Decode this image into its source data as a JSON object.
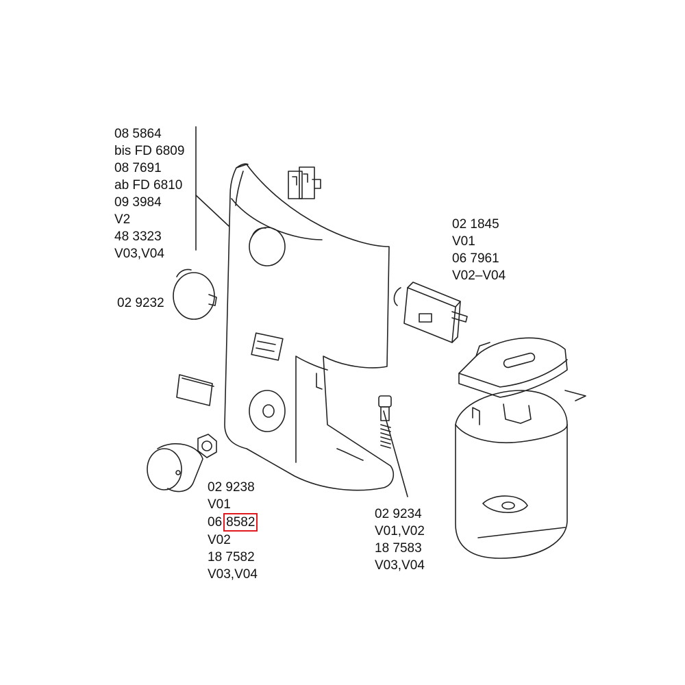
{
  "callouts": {
    "top_left": [
      "08 5864",
      "bis FD 6809",
      "08 7691",
      "ab FD 6810",
      "09 3984",
      "V2",
      "48 3323",
      "V03,V04"
    ],
    "left_cap": [
      "02 9232"
    ],
    "switch": [
      "02 1845",
      "V01",
      "06 7961",
      "V02–V04"
    ],
    "bottom_knob": {
      "line1": "02 9238",
      "line2": "V01",
      "line3_prefix": "06",
      "line3_highlight": "8582",
      "line4": "V02",
      "line5": "18 7582",
      "line6": "V03,V04"
    },
    "spring_pin": [
      "02 9234",
      "V01,V02",
      "18 7583",
      "V03,V04"
    ]
  },
  "colors": {
    "highlight": "#e0191f",
    "ink": "#111111"
  }
}
